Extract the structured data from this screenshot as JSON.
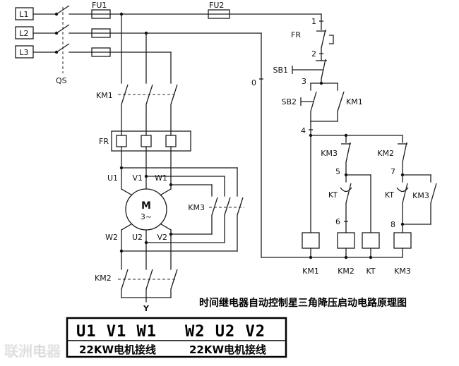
{
  "caption": "时间继电器自动控制星三角降压启动电路原理图",
  "watermark": "联洲电器",
  "labels": {
    "phases": [
      "L1",
      "L2",
      "L3"
    ],
    "qs": "QS",
    "fu1": "FU1",
    "fu2": "FU2",
    "km1_main": "KM1",
    "fr_element": "FR",
    "fr_contact": "FR",
    "km2_main": "KM2",
    "km3_main": "KM3",
    "star": "Y",
    "motor_letter": "M",
    "motor_phase": "3~",
    "terminals_top": [
      "U1",
      "V1",
      "W1"
    ],
    "terminals_bottom": [
      "W2",
      "U2",
      "V2"
    ],
    "sb1": "SB1",
    "sb2": "SB2",
    "km1_aux": "KM1",
    "km3_nc": "KM3",
    "km2_nc": "KM2",
    "kt_contact_a": "KT",
    "kt_contact_b": "KT",
    "km3_aux": "KM3",
    "nodes": [
      "0",
      "1",
      "2",
      "3",
      "4",
      "5",
      "6",
      "7",
      "8"
    ],
    "coils": [
      "KM1",
      "KM2",
      "KT",
      "KM3"
    ]
  },
  "terminal_box": {
    "row1_left": "U1 V1 W1",
    "row1_right": "W2 U2 V2",
    "row2_left": "22KW电机接线",
    "row2_right": "22KW电机接线"
  }
}
